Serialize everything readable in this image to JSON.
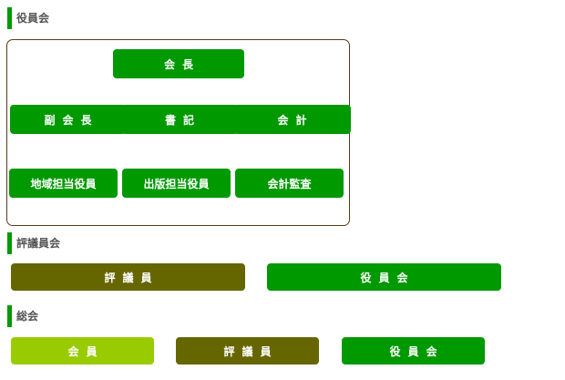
{
  "sections": [
    {
      "title": "役員会",
      "buttons": [
        "会長",
        "副会長",
        "書記",
        "会計",
        "地域担当役員",
        "出版担当役員",
        "会計監査"
      ]
    },
    {
      "title": "評議員会",
      "buttons": [
        "評議員",
        "役員会"
      ]
    },
    {
      "title": "総会",
      "buttons": [
        "会員",
        "評議員",
        "役員会"
      ]
    }
  ],
  "colors": {
    "green": "#009900",
    "olive": "#666600",
    "lime": "#99cc00",
    "border": "#5a3a1a"
  }
}
